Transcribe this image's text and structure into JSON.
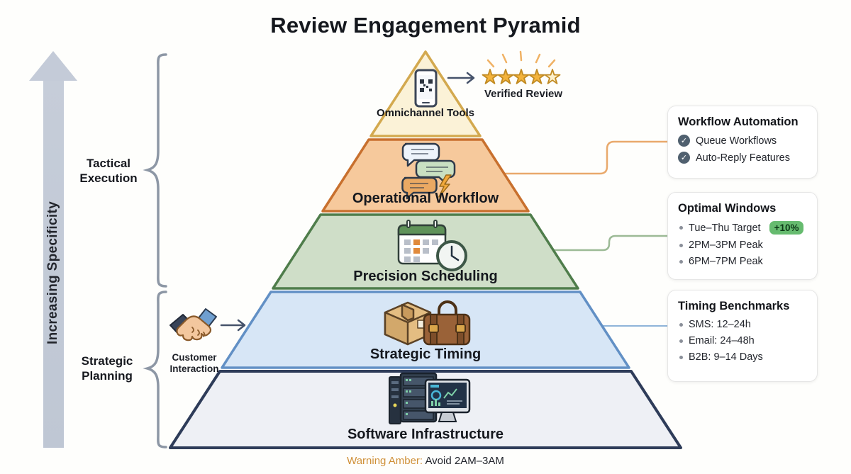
{
  "title": "Review Engagement Pyramid",
  "left_axis": {
    "arrow_label": "Increasing Specificity",
    "groups": [
      {
        "label": "Tactical Execution"
      },
      {
        "label": "Strategic Planning"
      }
    ]
  },
  "pyramid": {
    "levels": [
      {
        "label": "Omnichannel Tools",
        "icon": "smartphone-qr-icon",
        "fill": "#fbf2d7",
        "border": "#d3a94f"
      },
      {
        "label": "Operational Workflow",
        "icon": "chat-bubbles-icon",
        "fill": "#f6c99c",
        "border": "#c8702e"
      },
      {
        "label": "Precision Scheduling",
        "icon": "calendar-clock-icon",
        "fill": "#cfdec8",
        "border": "#4f7d4b"
      },
      {
        "label": "Strategic Timing",
        "icon": "package-briefcase-icon",
        "fill": "#d7e6f6",
        "border": "#6290c5"
      },
      {
        "label": "Software Infrastructure",
        "icon": "server-monitor-icon",
        "fill": "#eef0f5",
        "border": "#2e3c59"
      }
    ]
  },
  "annotations": {
    "verified_review": {
      "label": "Verified Review",
      "stars_filled": 4,
      "stars_total": 5
    },
    "customer_interaction": {
      "label": "Customer Interaction"
    }
  },
  "callouts": [
    {
      "title": "Workflow Automation",
      "items": [
        "Queue Workflows",
        "Auto-Reply Features"
      ],
      "connector_color": "#e9a96c"
    },
    {
      "title": "Optimal Windows",
      "items": [
        "Tue–Thu Target",
        "2PM–3PM Peak",
        "6PM–7PM Peak"
      ],
      "badge": "+10%",
      "badge_color": "#66bb6f",
      "connector_color": "#9cba96"
    },
    {
      "title": "Timing Benchmarks",
      "items": [
        "SMS: 12–24h",
        "Email: 24–48h",
        "B2B: 9–14 Days"
      ],
      "connector_color": "#8fb4d9"
    }
  ],
  "footer": {
    "warning_label": "Warning Amber:",
    "warning_text": "Avoid 2AM–3AM"
  },
  "colors": {
    "background": "#fefefc",
    "arrow_gray": "#c4cbd8",
    "brace_gray": "#8d97a5",
    "star_gold": "#f3b33c",
    "check_circle": "#50606f",
    "warning_amber": "#cf9038"
  }
}
